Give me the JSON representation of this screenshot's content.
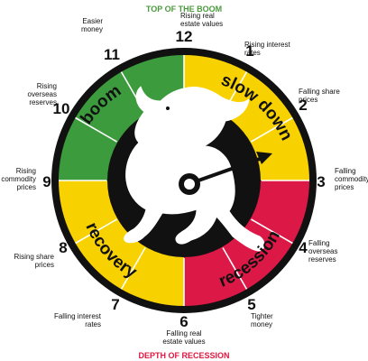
{
  "headings": {
    "top": "TOP OF THE BOOM",
    "bottom": "DEPTH OF RECESSION"
  },
  "hours": [
    {
      "num": "1",
      "lines": [
        "Rising interest",
        "rates"
      ]
    },
    {
      "num": "2",
      "lines": [
        "Falling share",
        "prices"
      ]
    },
    {
      "num": "3",
      "lines": [
        "Falling",
        "commodity",
        "prices"
      ]
    },
    {
      "num": "4",
      "lines": [
        "Falling",
        "overseas",
        "reserves"
      ]
    },
    {
      "num": "5",
      "lines": [
        "Tighter",
        "money"
      ]
    },
    {
      "num": "6",
      "lines": [
        "Falling real",
        "estate values"
      ]
    },
    {
      "num": "7",
      "lines": [
        "Falling interest",
        "rates"
      ]
    },
    {
      "num": "8",
      "lines": [
        "Rising share",
        "prices"
      ]
    },
    {
      "num": "9",
      "lines": [
        "Rising",
        "commodity",
        "prices"
      ]
    },
    {
      "num": "10",
      "lines": [
        "Rising",
        "overseas",
        "reserves"
      ]
    },
    {
      "num": "11",
      "lines": [
        "Easier",
        "money"
      ]
    },
    {
      "num": "12",
      "lines": [
        "Rising real",
        "estate values"
      ]
    }
  ],
  "phases": {
    "slowdown": "slow down",
    "recession": "recession",
    "recovery": "recovery",
    "boom": "boom"
  },
  "colors": {
    "boom": "#3c9b3c",
    "slowdown": "#f8d100",
    "recession": "#dc1846",
    "recovery": "#f8d100",
    "rim": "#111111",
    "bull": "#ffffff"
  },
  "hand": {
    "points_to_hour": 2.6
  }
}
